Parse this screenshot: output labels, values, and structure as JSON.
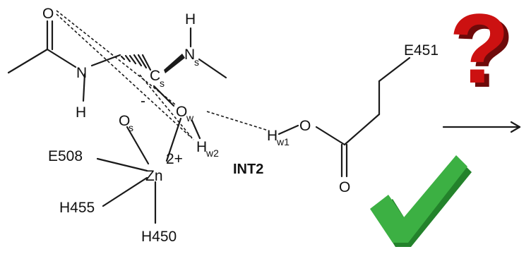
{
  "labels": {
    "carbonyl_o": "O",
    "amide_n": "N",
    "amide_h": "H",
    "cs_main": "C",
    "cs_sub": "s",
    "ns_main": "N",
    "ns_sub": "s",
    "ns_h": "H",
    "minus_sign": "-",
    "os_main": "O",
    "os_sub": "s",
    "ow_main": "O",
    "ow_sub": "w",
    "hw2_main": "H",
    "hw2_sub": "w2",
    "zn": "Zn",
    "zn_charge": "2+",
    "e508": "E508",
    "h455": "H455",
    "h450": "H450",
    "int2": "INT2",
    "hw1_main": "H",
    "hw1_sub": "w1",
    "acid_o_top": "O",
    "acid_o_bottom": "O",
    "e451": "E451",
    "question_mark": "?"
  },
  "colors": {
    "question_red": "#cc1111",
    "question_shadow": "#6e0a0a",
    "check_green": "#3cb043",
    "check_dark": "#23822b"
  },
  "icons": {
    "question": "question-mark-icon",
    "check": "check-mark-icon",
    "arrow": "arrow-right-icon"
  }
}
